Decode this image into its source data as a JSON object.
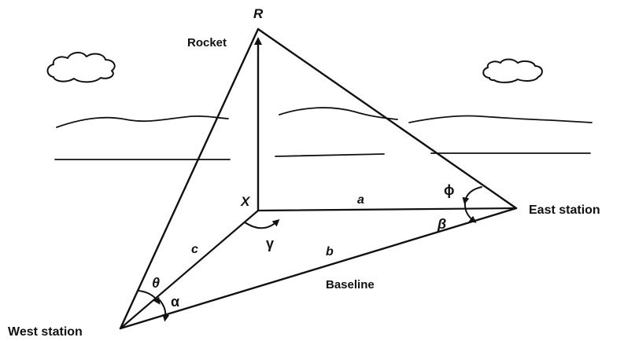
{
  "points": {
    "rocket_letter": "R",
    "foot_letter": "X"
  },
  "labels": {
    "rocket": "Rocket",
    "east_station": "East station",
    "west_station": "West station",
    "baseline": "Baseline"
  },
  "sides": {
    "a": "a",
    "b": "b",
    "c": "c"
  },
  "angles": {
    "alpha": "α",
    "beta": "β",
    "gamma": "γ",
    "theta": "θ",
    "phi": "ϕ"
  }
}
